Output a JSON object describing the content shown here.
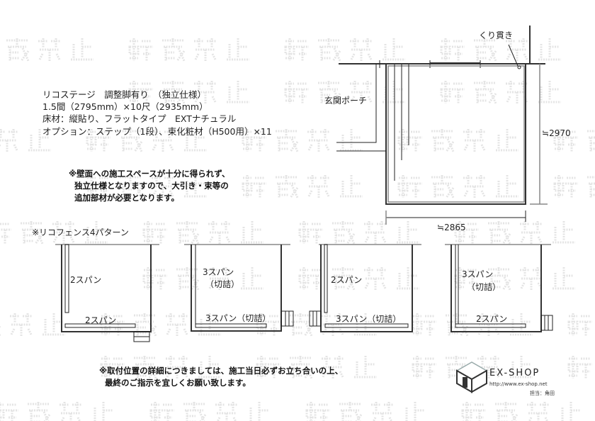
{
  "watermark": "転載禁止",
  "spec": {
    "line1": "リコステージ　調整脚有り　（独立仕様）",
    "line2": "1.5間（2795mm）×10尺（2935mm）",
    "line3": "床材：縦貼り、フラットタイプ　EXTナチュラル",
    "line4": "オプション：ステップ（1段）、束化粧材（H500用）×11"
  },
  "note_top": {
    "line1": "※壁面への施工スペースが十分に得られず、",
    "line2": "独立仕様となりますので、大引き・束等の",
    "line3": "追加部材が必要となります。"
  },
  "plan": {
    "porch_label": "玄関ポーチ",
    "cutout_label": "くり貫き",
    "depth_label": "≒2970",
    "width_label": "≒2865"
  },
  "patterns_title": "※リコフェンス4パターン",
  "patterns": [
    {
      "side": "2スパン",
      "side2": "",
      "bottom": "2スパン"
    },
    {
      "side": "3スパン",
      "side2": "（切詰）",
      "bottom": "3スパン（切詰）"
    },
    {
      "side": "2スパン",
      "side2": "",
      "bottom": "3スパン（切詰）"
    },
    {
      "side": "3スパン",
      "side2": "（切詰）",
      "bottom": "2スパン"
    }
  ],
  "note_bottom": {
    "line1": "※取付位置の詳細につきましては、施工当日必ずお立ち合いの上、",
    "line2": "最終のご指示を宜しくお願い致します。"
  },
  "logo": {
    "brand": "EX-SHOP",
    "url": "http://www.ex-shop.net",
    "staff": "担当：角田"
  }
}
